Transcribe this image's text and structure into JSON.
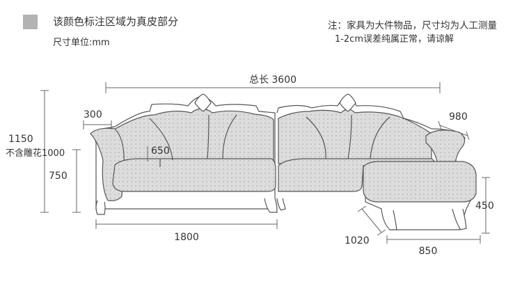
{
  "legend": {
    "swatch_color": "#b3b3b3",
    "text": "该颜色标注区域为真皮部分",
    "unit": "尺寸单位:mm"
  },
  "note": {
    "line1": "注：家具为大件物品，尺寸均为人工测量",
    "line2": "1-2cm误差纯属正常，请谅解"
  },
  "dimensions": {
    "total_length": "总长 3600",
    "arm_width": "300",
    "total_height": "1150",
    "height_no_carving": "不含雕花1000",
    "seat_height_left": "750",
    "seat_depth": "650",
    "left_length": "1800",
    "chaise_angle_width": "980",
    "chaise_height": "450",
    "chaise_length": "1020",
    "chaise_width": "850"
  },
  "colors": {
    "leather_fill": "#d9d9d9",
    "line": "#555555",
    "dim_line": "#666666"
  }
}
